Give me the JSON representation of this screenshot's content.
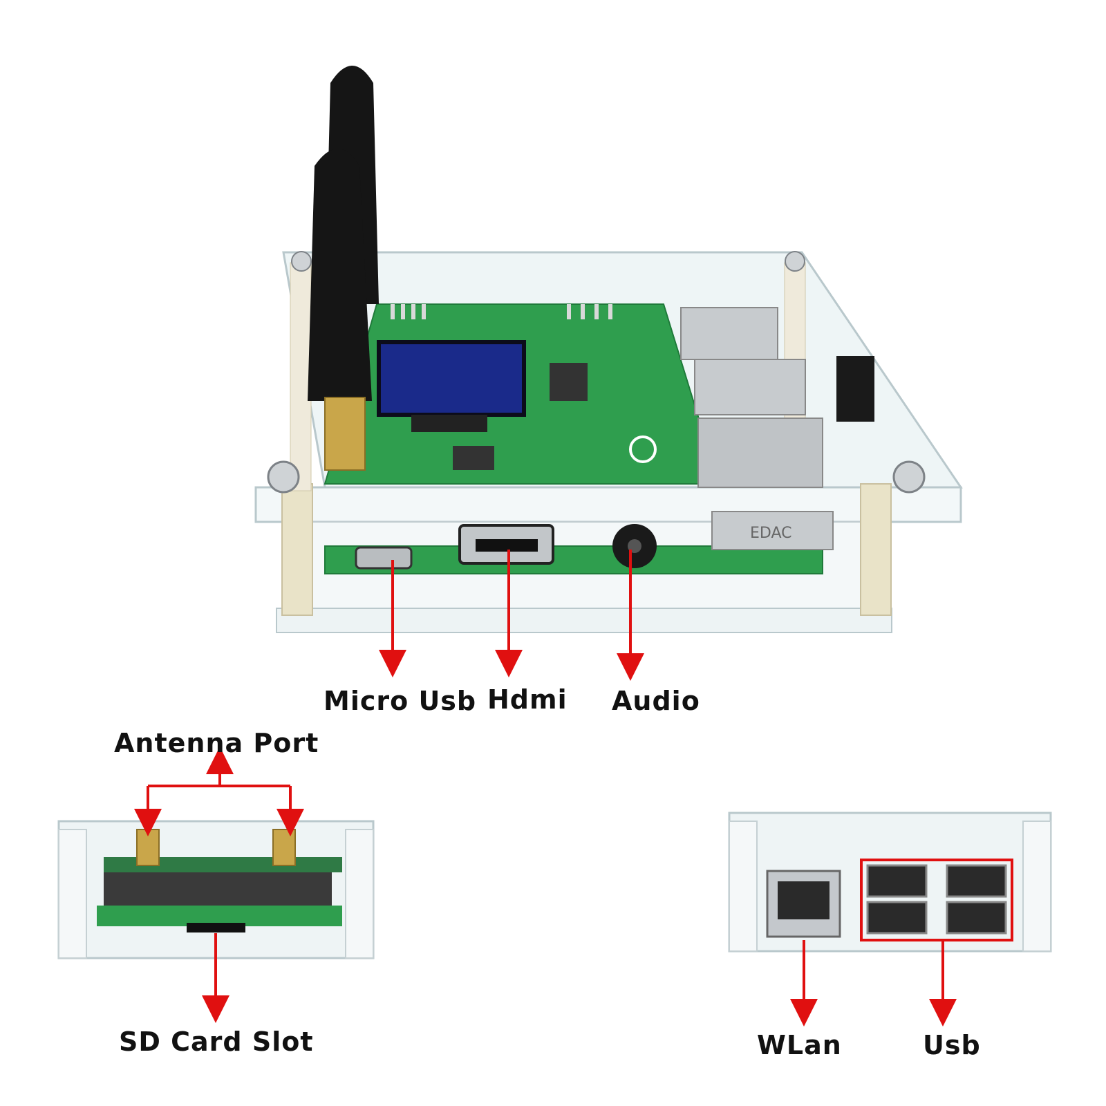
{
  "colors": {
    "arrow": "#e01010",
    "pcb": "#2f9e4e",
    "acrylic": "#e8f0f2",
    "antenna": "#151515",
    "brass": "#c9a64a",
    "metal": "#c4c8cc",
    "oled": "#1a2a8a"
  },
  "labels": {
    "micro_usb": "Micro Usb",
    "hdmi": "Hdmi",
    "audio": "Audio",
    "antenna_port": "Antenna Port",
    "sd_card_slot": "SD Card Slot",
    "wlan": "WLan",
    "usb": "Usb"
  },
  "board_print": {
    "edac": "EDAC"
  }
}
